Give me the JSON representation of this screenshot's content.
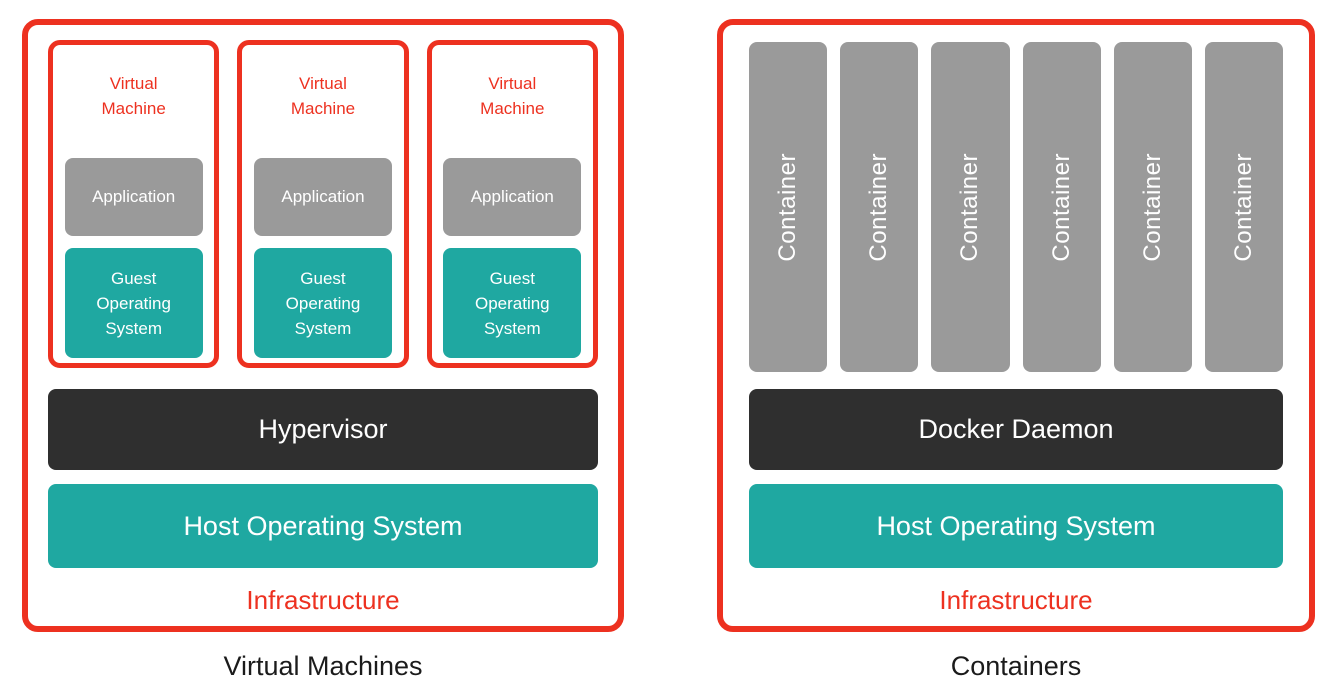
{
  "colors": {
    "red": "#ED3120",
    "teal": "#1FA8A1",
    "gray": "#9A9A9A",
    "dark": "#2F2F2F",
    "ink": "#1B1B1B"
  },
  "left": {
    "caption": "Virtual Machines",
    "vms": [
      {
        "title": "Virtual Machine",
        "app": "Application",
        "guest_os": "Guest Operating System"
      },
      {
        "title": "Virtual Machine",
        "app": "Application",
        "guest_os": "Guest Operating System"
      },
      {
        "title": "Virtual Machine",
        "app": "Application",
        "guest_os": "Guest Operating System"
      }
    ],
    "hypervisor": "Hypervisor",
    "host_os": "Host Operating System",
    "infrastructure": "Infrastructure"
  },
  "right": {
    "caption": "Containers",
    "containers": [
      "Container",
      "Container",
      "Container",
      "Container",
      "Container",
      "Container"
    ],
    "daemon": "Docker Daemon",
    "host_os": "Host Operating System",
    "infrastructure": "Infrastructure"
  }
}
